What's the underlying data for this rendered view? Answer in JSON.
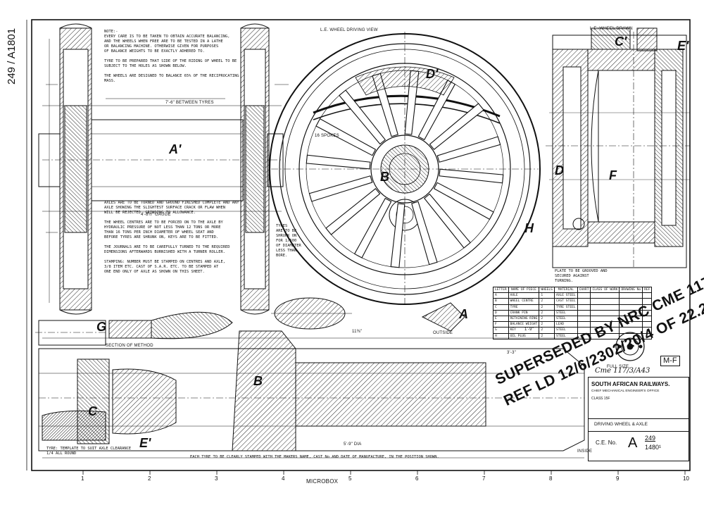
{
  "drawing": {
    "side_number": "249 / A1801",
    "view_labels": {
      "le_wheel_driving": "L.E. WHEEL DRIVING VIEW",
      "le_wheel_drawn": "L.E. WHEEL DRAWN",
      "section_method": "SECTION OF METHOD",
      "outside": "OUTSIDE",
      "inside": "INSIDE",
      "full_size": "FULL SIZE",
      "micro_box": "MICROBOX"
    },
    "part_letters": [
      "A'",
      "B",
      "C",
      "D",
      "F",
      "H",
      "G",
      "C'",
      "E'",
      "E'",
      "D'",
      "A",
      "B"
    ],
    "notes_top": [
      "NOTE:-",
      "EVERY CARE IS TO BE TAKEN TO OBTAIN ACCURATE BALANCING,",
      "AND THE WHEELS WHEN FREE ARE TO BE TESTED IN A LATHE",
      "OR BALANCING MACHINE. OTHERWISE GIVEN FOR PURPOSES",
      "OF BALANCE WEIGHTS TO BE EXACTLY ADHERED TO.",
      "",
      "TYRE TO BE PREPARED THAT SIDE OF THE RIDING OF WHEEL TO BE",
      "SUBJECT TO THE HOLES AS SHOWN BELOW.",
      "",
      "THE WHEELS ARE DESIGNED TO BALANCE 65% OF THE RECIPROCATING",
      "MASS."
    ],
    "notes_mid": [
      "AXLES ARE TO BE TURNED AND GROUND FINISHED COMPLETE AND ANY",
      "AXLE SHOWING THE SLIGHTEST SURFACE CRACK OR FLAW WHEN",
      "WILL BE REJECTED. GRINDING TO ALLOWANCE.",
      "",
      "THE WHEEL CENTRES ARE TO BE FORCED ON TO THE AXLE BY",
      "HYDRAULIC PRESSURE OF NOT LESS THAN 12 TONS OR MORE",
      "THAN 16 TONS PER INCH DIAMETER OF WHEEL SEAT AND",
      "BEFORE TYRES ARE SHRUNK ON, KEYS ARE TO BE FITTED.",
      "",
      "THE JOURNALS ARE TO BE CAREFULLY TURNED TO THE REQUIRED",
      "DIMENSIONS AFTERWARDS BURNISHED WITH A TURNER ROLLER.",
      "",
      "STAMPING: NUMBER MUST BE STAMPED ON CENTRES AND AXLE,",
      "3/8 ITEM ETC. CAST OF S.A.R. ETC. TO BE STAMPED AT",
      "ONE END ONLY OF AXLE AS SHOWN ON THIS SHEET."
    ],
    "notes_right": [
      "TYRES",
      "ARE TO BE",
      "SHRUNK ON",
      "FOR 1/500",
      "OF DIAMETER",
      "LESS THAN",
      "BORE."
    ],
    "notes_plate": [
      "PLATE TO BE GROOVED AND",
      "SECURED AGAINST",
      "TURNING."
    ],
    "tyre_gauge_note": "TYRE: TEMPLATE TO SUIT AXLE CLEARANCE 1/4 ALL ROUND",
    "bottom_note": "EACH TYRE TO BE CLEARLY STAMPED WITH THE MAKERS NAME, CAST No AND DATE OF MANUFACTURE, IN THE POSITION SHOWN.",
    "supersede_stamp_1": "SUPERSEDED BY NRC CME 117/3/A43",
    "supersede_stamp_2": "REF LD 12/6/2302/20/4 OF 22.2.62",
    "handwritten_ref_1": "Cme 117/3/A43",
    "handwritten_ref_2": "M-F",
    "material_table": {
      "headers": [
        "LETTER",
        "NAME OF PIECE",
        "WHEELS",
        "MATERIAL",
        "CHART",
        "CLASS OF WORK",
        "DRAWING No",
        "REF"
      ],
      "rows": [
        [
          "A",
          "AXLE",
          "1",
          "AXLE STEEL",
          "",
          "",
          "",
          ""
        ],
        [
          "B",
          "WHEEL CENTRE",
          "2",
          "CAST STEEL",
          "",
          "",
          "",
          ""
        ],
        [
          "C",
          "TYRE",
          "2",
          "TYRE STEEL",
          "",
          "",
          "",
          ""
        ],
        [
          "D",
          "CRANK PIN",
          "2",
          "STEEL",
          "",
          "",
          "",
          ""
        ],
        [
          "E",
          "RETAINING RING",
          "2",
          "STEEL",
          "",
          "",
          "",
          ""
        ],
        [
          "F",
          "BALANCE WEIGHT",
          "2",
          "LEAD",
          "",
          "",
          "",
          ""
        ],
        [
          "G",
          "KEY",
          "2",
          "STEEL",
          "",
          "",
          "",
          ""
        ],
        [
          "H",
          "OIL PLUG",
          "2",
          "STEEL",
          "",
          "",
          "",
          ""
        ]
      ]
    },
    "title_block": {
      "railway": "SOUTH AFRICAN RAILWAYS.",
      "office": "CHIEF MECHANICAL ENGINEER'S OFFICE",
      "class": "CLASS 15F",
      "description": "DRIVING WHEEL & AXLE",
      "dwg_label": "C.E. No.",
      "dwg_letter": "A",
      "dwg_number_top": "249",
      "dwg_number_bottom": "1480¹"
    },
    "scale_numbers": [
      "1",
      "2",
      "3",
      "4",
      "5",
      "6",
      "7",
      "8",
      "9",
      "10"
    ],
    "dims": {
      "d1": "5'-9\" DIA",
      "d2": "7'-6\" BETWEEN TYRES",
      "d3": "4'-8½\" GAUGE",
      "d4": "3'-3\"",
      "d5": "11⅜\"",
      "d6": "1'-9\"",
      "d7": "16 SPOKES"
    }
  }
}
